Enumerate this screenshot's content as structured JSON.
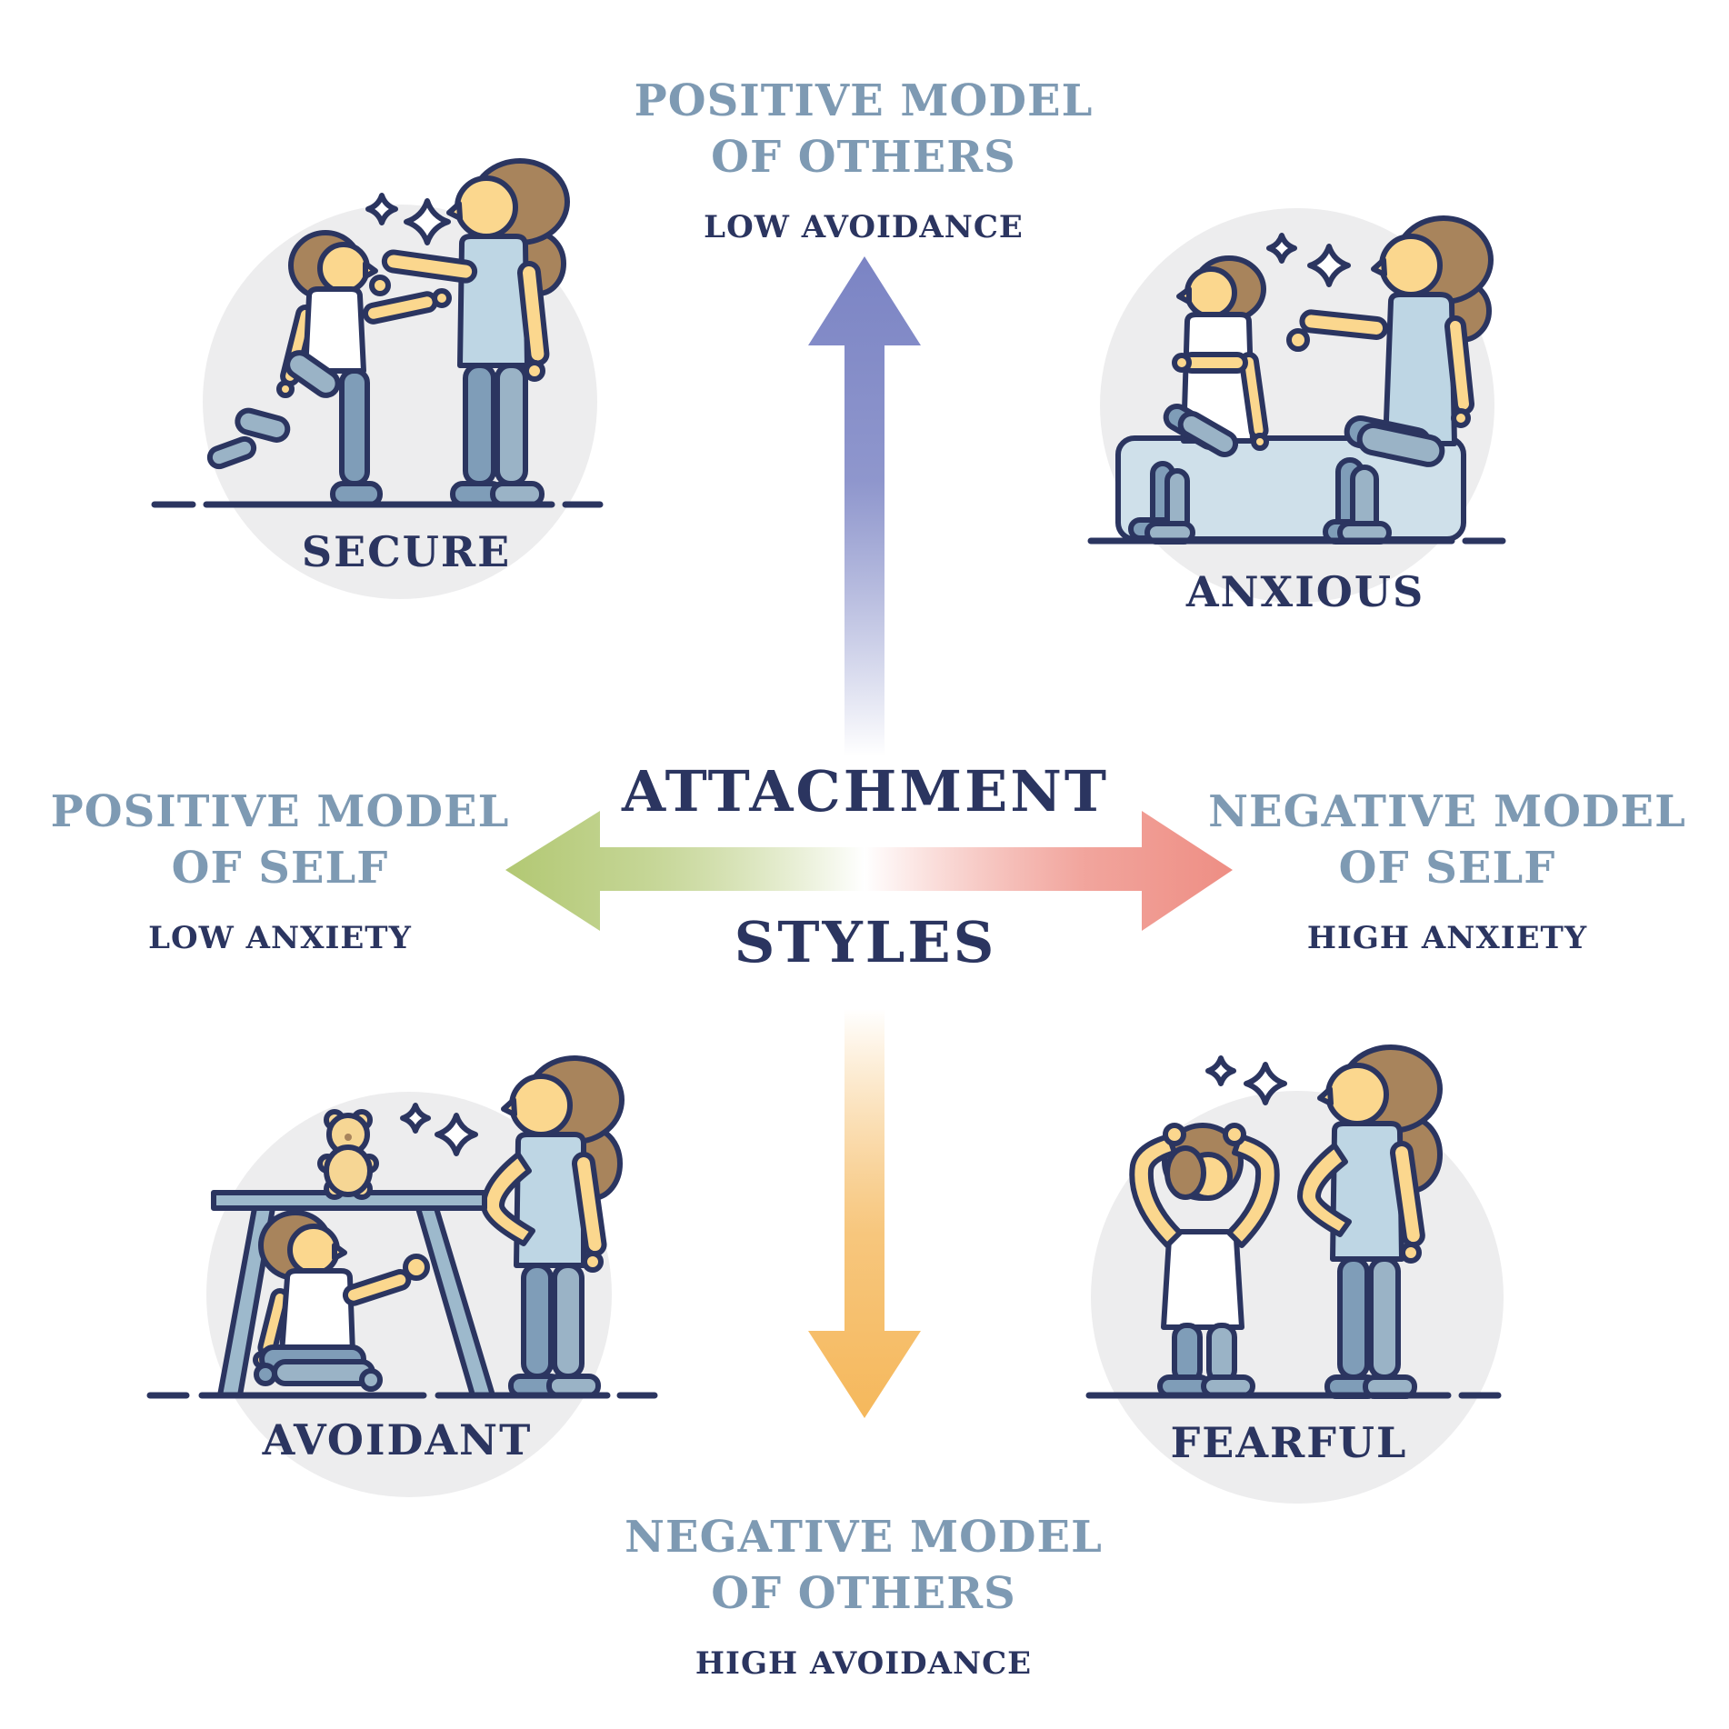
{
  "title": {
    "line1": "ATTACHMENT",
    "line2": "STYLES"
  },
  "axis_labels": {
    "top": {
      "heading_line1": "POSITIVE MODEL",
      "heading_line2": "OF OTHERS",
      "subheading": "LOW AVOIDANCE"
    },
    "bottom": {
      "heading_line1": "NEGATIVE MODEL",
      "heading_line2": "OF OTHERS",
      "subheading": "HIGH AVOIDANCE"
    },
    "left": {
      "heading_line1": "POSITIVE MODEL",
      "heading_line2": "OF SELF",
      "subheading": "LOW ANXIETY"
    },
    "right": {
      "heading_line1": "NEGATIVE MODEL",
      "heading_line2": "OF SELF",
      "subheading": "HIGH ANXIETY"
    }
  },
  "quadrants": {
    "top_left": {
      "label": "SECURE",
      "icon": "mother-caressing-child-illustration"
    },
    "top_right": {
      "label": "ANXIOUS",
      "icon": "child-turning-away-from-mother-on-bench-illustration"
    },
    "bottom_left": {
      "label": "AVOIDANT",
      "icon": "child-under-table-refusing-mother-illustration"
    },
    "bottom_right": {
      "label": "FEARFUL",
      "icon": "child-covering-head-beside-mother-illustration"
    }
  },
  "colors": {
    "navy": "#2b3560",
    "heading_blue": "#7e9ab3",
    "circle_bg": "#ededee",
    "skin": "#fbd78e",
    "hair": "#a8845c",
    "mother_shirt": "#bed6e4",
    "child_shirt": "#ffffff",
    "pants_dark": "#7f9db8",
    "pants_light": "#9ab3c6",
    "bench": "#cfe0ea",
    "table": "#9db9cc",
    "teddy": "#f6d694",
    "arrow_up": "#7b84c4",
    "arrow_down": "#f5b85c",
    "arrow_left": "#b2c873",
    "arrow_right": "#ee8e84"
  }
}
